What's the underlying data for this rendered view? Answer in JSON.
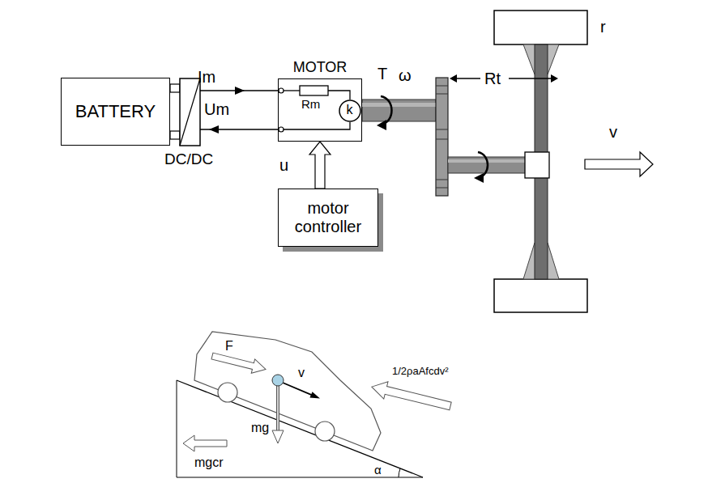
{
  "diagram": {
    "nodes": [
      {
        "text": [
          "BATTERY"
        ]
      },
      {
        "text": [
          "MOTOR"
        ]
      },
      {
        "text": [
          "k"
        ],
        "in": 1
      },
      {
        "text": [
          "motor controller"
        ]
      }
    ],
    "edges": [
      {
        "from": 3,
        "to": 1,
        "arrow": "to",
        "label": "u"
      }
    ],
    "labels": [
      "Im",
      "Um",
      "DC/DC",
      "Rm",
      "T",
      "ω",
      "Rt",
      "r",
      "v",
      "F",
      "v",
      "mg",
      "mgcr",
      "1/2ρaAfcdv²",
      "α"
    ]
  }
}
